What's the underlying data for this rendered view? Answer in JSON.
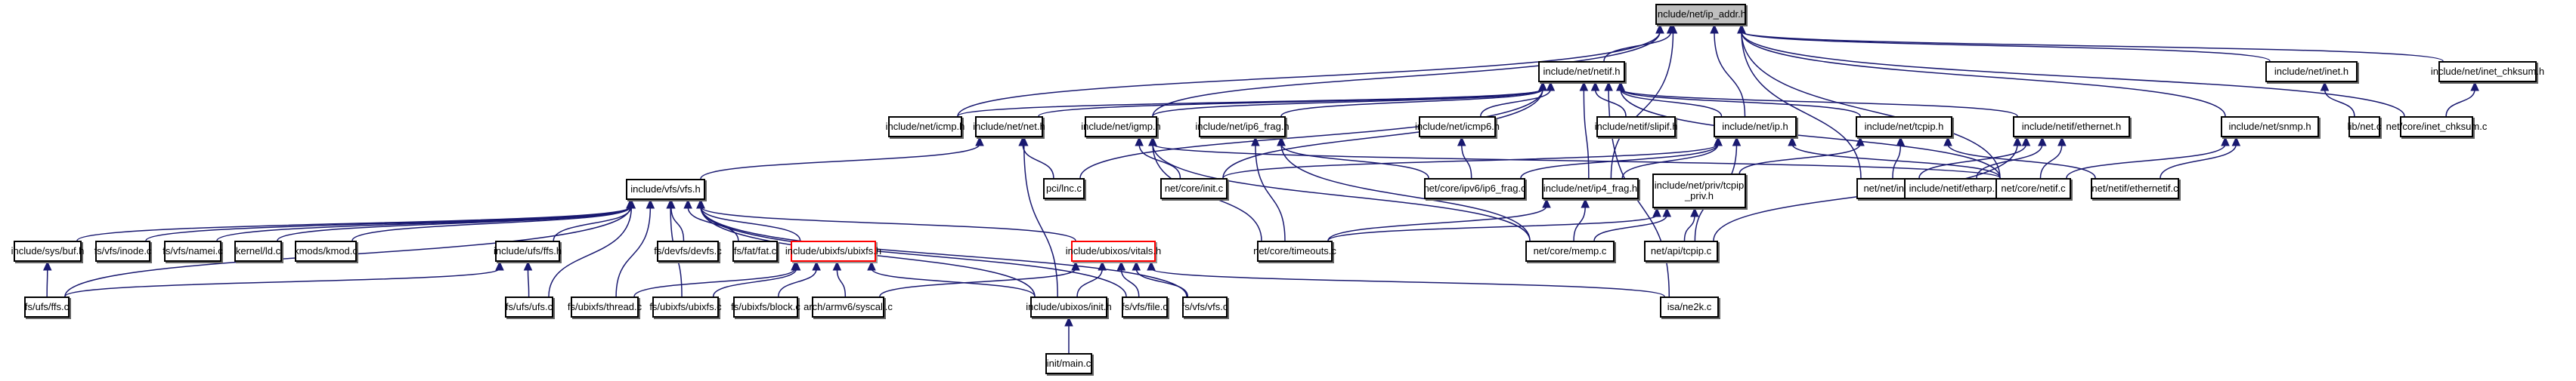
{
  "graph": {
    "title": "include/net/ip_addr.h",
    "root": "ip_addr_h",
    "colors": {
      "edge": "#191970",
      "root_fill": "#bfbfbf",
      "node_border": "#000000",
      "highlight_border": "#ff0000"
    },
    "nodes": [
      {
        "id": "ip_addr_h",
        "label": "include/net/ip_addr.h",
        "kind": "root"
      },
      {
        "id": "netif_h",
        "label": "include/net/netif.h"
      },
      {
        "id": "inet_h",
        "label": "include/net/inet.h"
      },
      {
        "id": "inet_chksum_h",
        "label": "include/net/inet_chksum.h"
      },
      {
        "id": "icmp_h",
        "label": "include/net/icmp.h"
      },
      {
        "id": "net_h",
        "label": "include/net/net.h"
      },
      {
        "id": "igmp_h",
        "label": "include/net/igmp.h"
      },
      {
        "id": "ip6_frag_h",
        "label": "include/net/ip6_frag.h"
      },
      {
        "id": "icmp6_h",
        "label": "include/net/icmp6.h"
      },
      {
        "id": "slipif_h",
        "label": "include/netif/slipif.h"
      },
      {
        "id": "ip_h",
        "label": "include/net/ip.h"
      },
      {
        "id": "tcpip_h",
        "label": "include/net/tcpip.h"
      },
      {
        "id": "ethernet_h",
        "label": "include/netif/ethernet.h"
      },
      {
        "id": "snmp_h",
        "label": "include/net/snmp.h"
      },
      {
        "id": "lib_net_c",
        "label": "lib/net.c"
      },
      {
        "id": "inet_chksum_c",
        "label": "net/core/inet_chksum.c"
      },
      {
        "id": "vfs_h",
        "label": "include/vfs/vfs.h"
      },
      {
        "id": "lnc_c",
        "label": "pci/lnc.c"
      },
      {
        "id": "core_init_c",
        "label": "net/core/init.c"
      },
      {
        "id": "ip6_frag_c",
        "label": "net/core/ipv6/ip6_frag.c"
      },
      {
        "id": "ip4_frag_h",
        "label": "include/net/ip4_frag.h"
      },
      {
        "id": "tcpip_priv_h",
        "label": "include/net/priv/tcpip\n_priv.h"
      },
      {
        "id": "net_init_c",
        "label": "net/net/init.c"
      },
      {
        "id": "etharp_h",
        "label": "include/netif/etharp.h"
      },
      {
        "id": "netif_c",
        "label": "net/core/netif.c"
      },
      {
        "id": "ethernetif_c",
        "label": "net/netif/ethernetif.c"
      },
      {
        "id": "buf_h",
        "label": "include/sys/buf.h"
      },
      {
        "id": "inode_c",
        "label": "fs/vfs/inode.c"
      },
      {
        "id": "namei_c",
        "label": "fs/vfs/namei.c"
      },
      {
        "id": "ld_c",
        "label": "kernel/ld.c"
      },
      {
        "id": "kmod_c",
        "label": "kmods/kmod.c"
      },
      {
        "id": "ffs_h",
        "label": "include/ufs/ffs.h"
      },
      {
        "id": "devfs_c",
        "label": "fs/devfs/devfs.c"
      },
      {
        "id": "fat_c",
        "label": "fs/fat/fat.c"
      },
      {
        "id": "ubixfs_h",
        "label": "include/ubixfs/ubixfs.h",
        "kind": "highlight"
      },
      {
        "id": "vitals_h",
        "label": "include/ubixos/vitals.h",
        "kind": "highlight"
      },
      {
        "id": "timeouts_c",
        "label": "net/core/timeouts.c"
      },
      {
        "id": "memp_c",
        "label": "net/core/memp.c"
      },
      {
        "id": "tcpip_c",
        "label": "net/api/tcpip.c"
      },
      {
        "id": "ffs_c",
        "label": "fs/ufs/ffs.c"
      },
      {
        "id": "ufs_c",
        "label": "fs/ufs/ufs.c"
      },
      {
        "id": "thread_c",
        "label": "fs/ubixfs/thread.c"
      },
      {
        "id": "ubixfs_c",
        "label": "fs/ubixfs/ubixfs.c"
      },
      {
        "id": "block_c",
        "label": "fs/ubixfs/block.c"
      },
      {
        "id": "syscall_c",
        "label": "arch/armv6/syscall.c"
      },
      {
        "id": "init_h",
        "label": "include/ubixos/init.h"
      },
      {
        "id": "file_c",
        "label": "fs/vfs/file.c"
      },
      {
        "id": "vfs_c",
        "label": "fs/vfs/vfs.c"
      },
      {
        "id": "ne2k_c",
        "label": "isa/ne2k.c"
      },
      {
        "id": "main_c",
        "label": "init/main.c"
      }
    ],
    "edges": [
      [
        "netif_h",
        "ip_addr_h"
      ],
      [
        "inet_h",
        "ip_addr_h"
      ],
      [
        "inet_chksum_h",
        "ip_addr_h"
      ],
      [
        "icmp_h",
        "ip_addr_h"
      ],
      [
        "igmp_h",
        "ip_addr_h"
      ],
      [
        "ip_h",
        "ip_addr_h"
      ],
      [
        "snmp_h",
        "ip_addr_h"
      ],
      [
        "netif_c",
        "ip_addr_h"
      ],
      [
        "net_init_c",
        "ip_addr_h"
      ],
      [
        "inet_chksum_c",
        "ip_addr_h"
      ],
      [
        "ip4_frag_h",
        "ip_addr_h"
      ],
      [
        "icmp_h",
        "netif_h"
      ],
      [
        "net_h",
        "netif_h"
      ],
      [
        "igmp_h",
        "netif_h"
      ],
      [
        "ip6_frag_h",
        "netif_h"
      ],
      [
        "icmp6_h",
        "netif_h"
      ],
      [
        "slipif_h",
        "netif_h"
      ],
      [
        "ip_h",
        "netif_h"
      ],
      [
        "tcpip_h",
        "netif_h"
      ],
      [
        "ethernet_h",
        "netif_h"
      ],
      [
        "lnc_c",
        "netif_h"
      ],
      [
        "core_init_c",
        "netif_h"
      ],
      [
        "ip4_frag_h",
        "netif_h"
      ],
      [
        "netif_c",
        "netif_h"
      ],
      [
        "ne2k_c",
        "netif_h"
      ],
      [
        "lib_net_c",
        "inet_h"
      ],
      [
        "inet_chksum_c",
        "inet_chksum_h"
      ],
      [
        "vfs_h",
        "net_h"
      ],
      [
        "lnc_c",
        "net_h"
      ],
      [
        "init_h",
        "net_h"
      ],
      [
        "core_init_c",
        "igmp_h"
      ],
      [
        "timeouts_c",
        "igmp_h"
      ],
      [
        "memp_c",
        "igmp_h"
      ],
      [
        "netif_c",
        "igmp_h"
      ],
      [
        "ip6_frag_c",
        "ip6_frag_h"
      ],
      [
        "timeouts_c",
        "ip6_frag_h"
      ],
      [
        "memp_c",
        "ip6_frag_h"
      ],
      [
        "ip6_frag_c",
        "icmp6_h"
      ],
      [
        "core_init_c",
        "ip_h"
      ],
      [
        "ip6_frag_c",
        "ip_h"
      ],
      [
        "ip4_frag_h",
        "ip_h"
      ],
      [
        "tcpip_c",
        "ip_h"
      ],
      [
        "netif_c",
        "ip_h"
      ],
      [
        "net_init_c",
        "tcpip_h"
      ],
      [
        "tcpip_priv_h",
        "tcpip_h"
      ],
      [
        "ethernetif_c",
        "tcpip_h"
      ],
      [
        "net_init_c",
        "ethernet_h"
      ],
      [
        "etharp_h",
        "ethernet_h"
      ],
      [
        "netif_c",
        "ethernet_h"
      ],
      [
        "tcpip_c",
        "ethernet_h"
      ],
      [
        "netif_c",
        "snmp_h"
      ],
      [
        "ethernetif_c",
        "snmp_h"
      ],
      [
        "timeouts_c",
        "ip4_frag_h"
      ],
      [
        "memp_c",
        "ip4_frag_h"
      ],
      [
        "timeouts_c",
        "tcpip_priv_h"
      ],
      [
        "memp_c",
        "tcpip_priv_h"
      ],
      [
        "tcpip_c",
        "tcpip_priv_h"
      ],
      [
        "buf_h",
        "vfs_h"
      ],
      [
        "inode_c",
        "vfs_h"
      ],
      [
        "namei_c",
        "vfs_h"
      ],
      [
        "ld_c",
        "vfs_h"
      ],
      [
        "kmod_c",
        "vfs_h"
      ],
      [
        "ffs_h",
        "vfs_h"
      ],
      [
        "devfs_c",
        "vfs_h"
      ],
      [
        "fat_c",
        "vfs_h"
      ],
      [
        "ubixfs_h",
        "vfs_h"
      ],
      [
        "vitals_h",
        "vfs_h"
      ],
      [
        "ffs_c",
        "vfs_h"
      ],
      [
        "ufs_c",
        "vfs_h"
      ],
      [
        "thread_c",
        "vfs_h"
      ],
      [
        "ubixfs_c",
        "vfs_h"
      ],
      [
        "init_h",
        "vfs_h"
      ],
      [
        "file_c",
        "vfs_h"
      ],
      [
        "vfs_c",
        "vfs_h"
      ],
      [
        "ffs_c",
        "buf_h"
      ],
      [
        "ffs_c",
        "ffs_h"
      ],
      [
        "ufs_c",
        "ffs_h"
      ],
      [
        "thread_c",
        "ubixfs_h"
      ],
      [
        "ubixfs_c",
        "ubixfs_h"
      ],
      [
        "block_c",
        "ubixfs_h"
      ],
      [
        "syscall_c",
        "ubixfs_h"
      ],
      [
        "init_h",
        "ubixfs_h"
      ],
      [
        "syscall_c",
        "vitals_h"
      ],
      [
        "init_h",
        "vitals_h"
      ],
      [
        "file_c",
        "vitals_h"
      ],
      [
        "vfs_c",
        "vitals_h"
      ],
      [
        "ne2k_c",
        "vitals_h"
      ],
      [
        "main_c",
        "init_h"
      ]
    ]
  }
}
